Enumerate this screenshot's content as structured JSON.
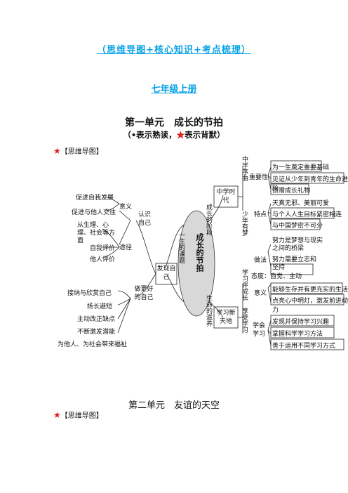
{
  "header": {
    "top": "（思维导图+核心知识+考点梳理）",
    "grade": "七年级上册"
  },
  "unit1": {
    "title": "第一单元　成长的节拍",
    "legend_prefix": "（",
    "legend_dot": "•表示熟读，",
    "legend_star": "★",
    "legend_end": "表示背默）",
    "mindmap_star": "★",
    "mindmap_label": "【思维导图】"
  },
  "mindmap": {
    "center": "成长的节拍",
    "upper_left_branch": "一生的课题",
    "upper_right_branch": "成长的阶段",
    "lower_right_branch": "生命的滋养",
    "discover_self": "发现自己",
    "know_self": "认识自己",
    "meaning": "意义",
    "meaning_items": [
      "促进自我发展",
      "促进与他人交往"
    ],
    "approach": "途径",
    "approach_items": [
      "从生理、心理、社会等方面",
      "自我评价",
      "他人评价"
    ],
    "better_self": "做更好的自己",
    "better_items": [
      "接纳与欣赏自己",
      "扬长避短",
      "主动改正缺点",
      "不断激发潜能",
      "为他人、为社会带来福祉"
    ],
    "middle_school": "中学时代",
    "ms_order": "中学序曲",
    "importance": "重要性",
    "importance_items": [
      "为一生奠定重要基础",
      "见证从少年到青年的生命进阶",
      "馈赠成长礼物"
    ],
    "youth_dream": "少年有梦",
    "features": "特点",
    "features_items": [
      "天真无邪、美丽可爱",
      "与个人人生目标紧密相连",
      "与中国梦密不可分"
    ],
    "practice": "做法",
    "practice_items": [
      "努力是梦想与现实之间的桥梁",
      "努力需要立志和坚持"
    ],
    "learn_world": "学习新天地",
    "learn_growth": "学习伴成长",
    "attitude": "态度：自觉、主动",
    "enjoy": "享受学习",
    "significance": "意义",
    "significance_items": [
      "能够生存并有更充实的生活",
      "点亮心中明灯，激发前进动力"
    ],
    "learn_to_learn": "学会学习",
    "learn_items": [
      "发现并保持学习兴趣",
      "掌握科学学习方法",
      "善于运用不同学习方式"
    ]
  },
  "unit2": {
    "title": "第二单元　友谊的天空",
    "mindmap_star": "★",
    "mindmap_label": "【思维导图】"
  }
}
